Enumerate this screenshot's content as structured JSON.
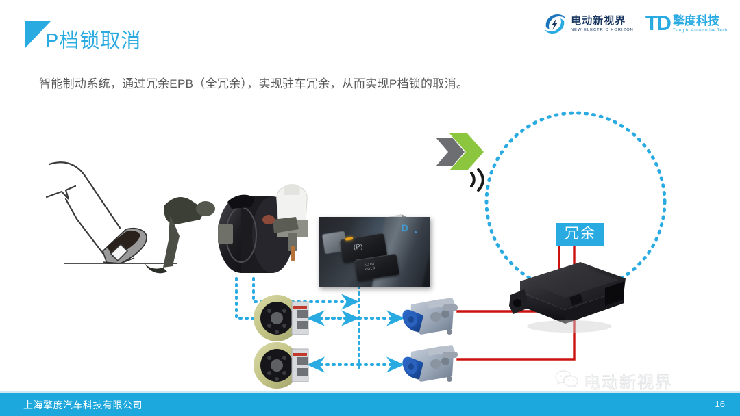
{
  "header": {
    "title": "P档锁取消",
    "flag_icon": "blue-triangle-icon",
    "logos": [
      {
        "id": "new-electric-horizon",
        "icon": "lightning-swirl-icon",
        "cn": "电动新视界",
        "en": "NEW ELECTRIC HORIZON"
      },
      {
        "id": "tsingdu",
        "mark": "TD",
        "cn": "擎度科技",
        "en": "Tsingdu Automotive Tech"
      }
    ]
  },
  "body": {
    "paragraph": "智能制动系统，通过冗余EPB（全冗余），实现驻车冗余，从而实现P档锁的取消。"
  },
  "diagram": {
    "badge_redundancy": "冗余",
    "nodes": [
      {
        "id": "foot-pedal",
        "name": "foot-on-brake-pedal-illustration"
      },
      {
        "id": "brake-booster",
        "name": "brake-booster-master-cylinder-photo"
      },
      {
        "id": "epb-switch",
        "name": "epb-switch-photo"
      },
      {
        "id": "green-arrow",
        "name": "green-arrow-icon"
      },
      {
        "id": "wireless-signal",
        "name": "wireless-signal-icon"
      },
      {
        "id": "ecu-module",
        "name": "epb-ecu-module-photo"
      },
      {
        "id": "abs-module",
        "name": "abs-esc-hydraulic-module-photo"
      },
      {
        "id": "disc-front",
        "name": "brake-disc-front-photo"
      },
      {
        "id": "disc-rear",
        "name": "brake-disc-rear-photo"
      },
      {
        "id": "caliper-front",
        "name": "epb-caliper-front-photo"
      },
      {
        "id": "caliper-rear",
        "name": "epb-caliper-rear-photo"
      }
    ],
    "connections": [
      {
        "from": "brake-booster",
        "to": "abs-module",
        "style": "dotted-blue-arrow"
      },
      {
        "from": "abs-module",
        "to": "disc-front",
        "style": "dotted-blue-arrow"
      },
      {
        "from": "abs-module",
        "to": "disc-rear",
        "style": "dotted-blue-arrow"
      },
      {
        "from": "abs-module",
        "to": "caliper-front",
        "style": "dotted-blue-arrow"
      },
      {
        "from": "abs-module",
        "to": "caliper-rear",
        "style": "dotted-blue-arrow"
      },
      {
        "from": "ecu-module",
        "to": "caliper-front",
        "style": "solid-red-wire"
      },
      {
        "from": "ecu-module",
        "to": "caliper-rear",
        "style": "solid-red-wire"
      }
    ]
  },
  "watermark": {
    "icon": "wechat-icon",
    "text": "电动新视界"
  },
  "footer": {
    "company": "上海擎度汽车科技有限公司",
    "page_number": "16"
  },
  "colors": {
    "accent_blue": "#29ABE2",
    "footer_blue": "#1CA7DD",
    "wire_red": "#CC1111",
    "arrow_green": "#8CC63F",
    "arrow_gray": "#6D6E71",
    "body_gray": "#595959"
  }
}
